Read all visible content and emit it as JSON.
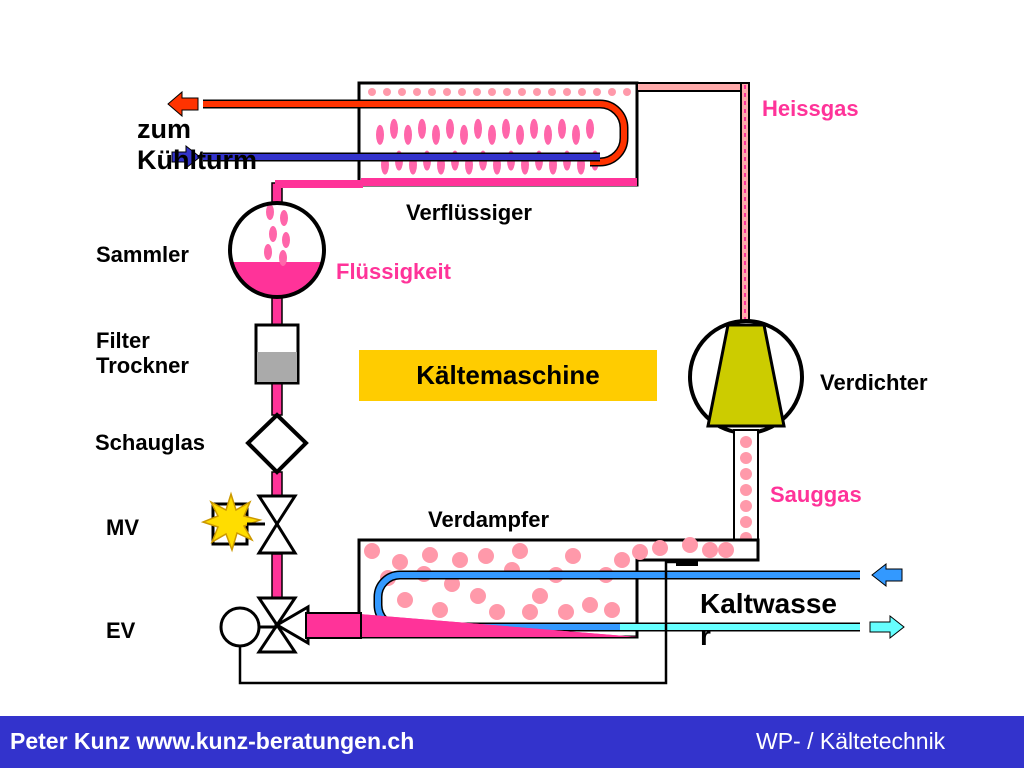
{
  "labels": {
    "zum_kuehlturm": "zum\nKühlturm",
    "heissgas": "Heissgas",
    "verfluessiger": "Verflüssiger",
    "sammler": "Sammler",
    "fluessigkeit": "Flüssigkeit",
    "filter_trockner": "Filter\nTrockner",
    "schauglas": "Schauglas",
    "mv": "MV",
    "ev": "EV",
    "kaeltemaschine": "Kältemaschine",
    "verdichter": "Verdichter",
    "sauggas": "Sauggas",
    "verdampfer": "Verdampfer",
    "kaltwasser": "Kaltwasse\nr"
  },
  "footer": {
    "left": "Peter Kunz  www.kunz-beratungen.ch",
    "right": "WP- / Kältetechnik"
  },
  "colors": {
    "pipe_outline": "#000000",
    "refrigerant": "#ff3399",
    "bubble": "#ff99aa",
    "hot_water": "#ff3300",
    "cold_water_return": "#3333cc",
    "chilled_water_in": "#3399ff",
    "chilled_water_out": "#66ffff",
    "compressor": "#cccc00",
    "title_box": "#ffcc00",
    "footer_bg": "#3333cc",
    "filter_gray": "#aaaaaa",
    "solenoid": "#ffdd00"
  }
}
